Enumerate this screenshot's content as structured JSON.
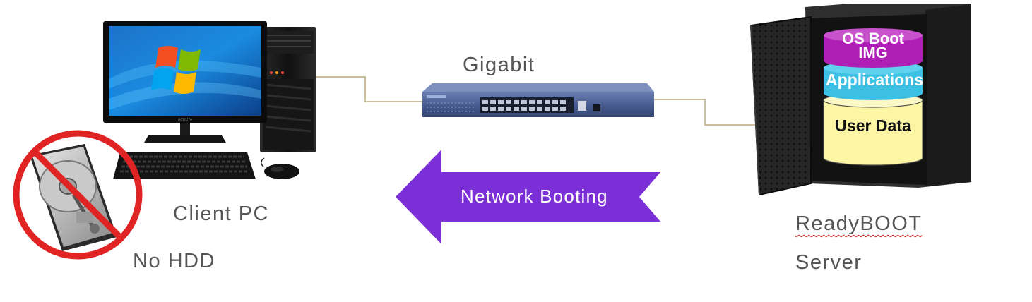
{
  "labels": {
    "gigabit": "Gigabit",
    "client_pc": "Client PC",
    "no_hdd": "No HDD",
    "readyboot": "ReadyBOOT",
    "server": "Server",
    "network_booting": "Network Booting"
  },
  "server_layers": {
    "os_boot_line1": "OS Boot",
    "os_boot_line2": "IMG",
    "applications": "Applications",
    "user_data": "User Data"
  },
  "monitor_brand": "ACRUTA",
  "colors": {
    "arrow": "#7b2fd6",
    "prohibition": "#e02424",
    "cable": "#cbbf9e",
    "switch_body": "#4a5e92",
    "os_boot": "#b01fb5",
    "applications": "#3cc0e4",
    "user_data": "#fbf5a4",
    "label_text": "#555555"
  }
}
